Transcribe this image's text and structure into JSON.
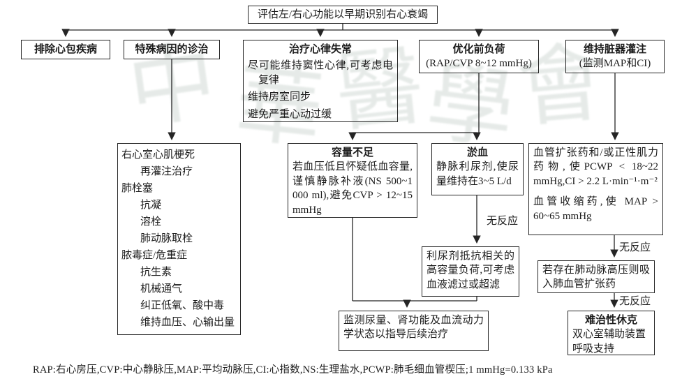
{
  "root_box": {
    "label": "评估左/右心功能以早期识别右心衰竭"
  },
  "branches": [
    {
      "title": "排除心包疾病"
    },
    {
      "title": "特殊病因的诊治"
    },
    {
      "title": "治疗心律失常",
      "lines": [
        "尽可能维持窦性心律,可考虑电复律",
        "维持房室同步",
        "避免严重心动过缓"
      ]
    },
    {
      "title": "优化前负荷",
      "subtitle": "(RAP/CVP 8~12 mmHg)"
    },
    {
      "title": "维持脏器灌注",
      "subtitle": "(监测MAP和CI)"
    }
  ],
  "etiology": {
    "items": [
      {
        "text": "右心室心肌梗死",
        "level": 0
      },
      {
        "text": "再灌注治疗",
        "level": 1
      },
      {
        "text": "肺栓塞",
        "level": 0
      },
      {
        "text": "抗凝",
        "level": 1
      },
      {
        "text": "溶栓",
        "level": 1
      },
      {
        "text": "肺动脉取栓",
        "level": 1
      },
      {
        "text": "脓毒症/危重症",
        "level": 0
      },
      {
        "text": "抗生素",
        "level": 1
      },
      {
        "text": "机械通气",
        "level": 1
      },
      {
        "text": "纠正低氧、酸中毒",
        "level": 1
      },
      {
        "text": "维持血压、心输出量",
        "level": 1
      }
    ]
  },
  "volume_box": {
    "title": "容量不足",
    "text": "若血压低且怀疑低血容量,谨慎静脉补液(NS 500~1 000 ml),避免CVP > 12~15 mmHg"
  },
  "congestion_box": {
    "title": "淤血",
    "text": "静脉利尿剂,使尿量维持在3~5 L/d"
  },
  "perfusion_box": {
    "para1": "血管扩张药和/或正性肌力药物,使PCWP < 18~22 mmHg,CI > 2.2 L·min⁻¹·m⁻²",
    "para2": "血管收缩药,使 MAP > 60~65 mmHg"
  },
  "diuretic_resistance_box": {
    "text": "利尿剂抵抗相关的高容量负荷,可考虑血液滤过或超滤"
  },
  "monitor_box": {
    "text": "监测尿量、肾功能及血流动力学状态以指导后续治疗"
  },
  "pulmonary_htn_box": {
    "text": "若存在肺动脉高压则吸入肺血管扩张药"
  },
  "shock_box": {
    "title": "难治性休克",
    "line1": "双心室辅助装置",
    "line2": "呼吸支持"
  },
  "edge_labels": {
    "no_response_1": "无反应",
    "no_response_2": "无反应",
    "no_response_3": "无反应"
  },
  "footnote": "RAP:右心房压,CVP:中心静脉压,MAP:平均动脉压,CI:心指数,NS:生理盐水,PCWP:肺毛细血管楔压;1 mmHg=0.133 kPa",
  "watermark": {
    "glyphs": [
      "中",
      "華",
      "醫",
      "學",
      "會"
    ]
  }
}
